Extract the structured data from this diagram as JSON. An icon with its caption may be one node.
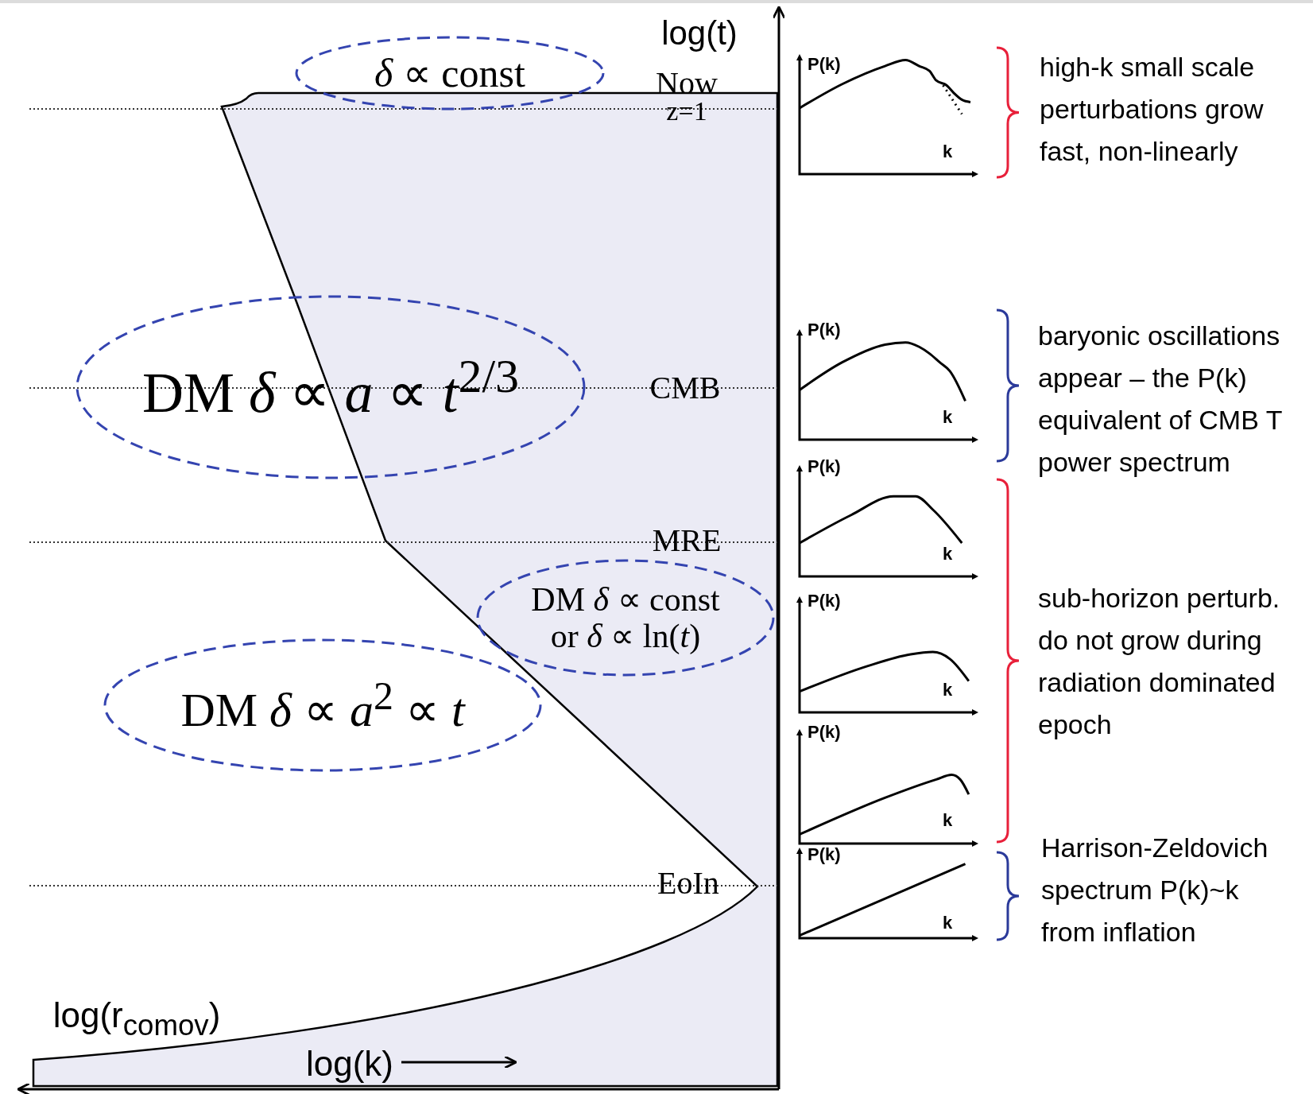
{
  "diagram": {
    "nodes": [
      {
        "text": [
          "*δ* ∝ const"
        ]
      },
      {
        "text": [
          "DM *δ* ∝ *a* ∝ *t*$^{2/3}$"
        ]
      },
      {
        "text": [
          "DM *δ* ∝ const or *δ* ∝ ln(*t*)"
        ]
      },
      {
        "text": [
          "DM *δ* ∝ *a*$^{2}$ ∝ *t*"
        ]
      }
    ],
    "labels": [
      "log(t)",
      "Now",
      "z=1",
      "P(k)",
      "k",
      "high-k small scale perturbations grow fast,  non-linearly",
      "CMB",
      "P(k)",
      "k",
      "baryonic oscillations appear – the P(k) equivalent of CMB T power spectrum",
      "P(k)",
      "k",
      "MRE",
      "P(k)",
      "k",
      "sub-horizon perturb. do not grow during radiation dominated epoch",
      "P(k)",
      "k",
      "EoIn",
      "P(k)",
      "k",
      "Harrison-Zeldovich spectrum P(k)~k from inflation",
      "log(r$_{comov}$)",
      "log(k)"
    ]
  }
}
